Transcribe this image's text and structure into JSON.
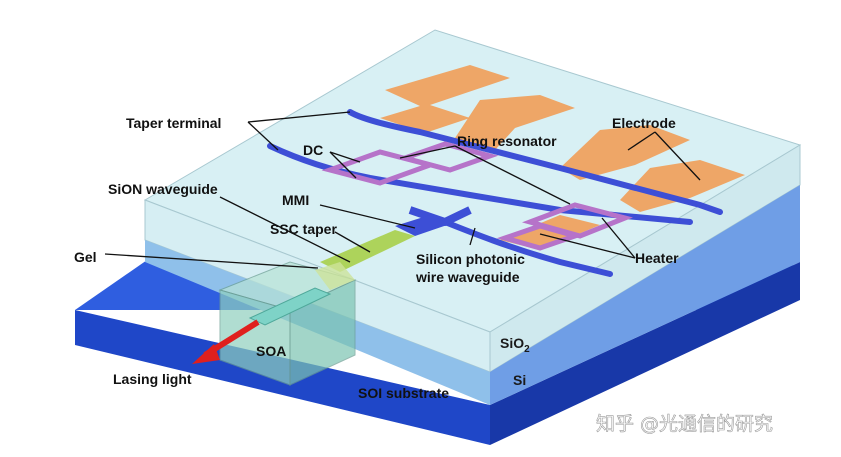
{
  "labels": {
    "taper_terminal": "Taper terminal",
    "dc": "DC",
    "ring_resonator": "Ring resonator",
    "electrode": "Electrode",
    "sion_waveguide": "SiON waveguide",
    "mmi": "MMI",
    "ssc_taper": "SSC taper",
    "gel": "Gel",
    "heater": "Heater",
    "silicon_photonic_1": "Silicon photonic",
    "silicon_photonic_2": "wire waveguide",
    "soa": "SOA",
    "lasing_light": "Lasing light",
    "sio2": "SiO",
    "sio2_sub": "2",
    "si": "Si",
    "soi_substrate": "SOI substrate"
  },
  "watermark": "知乎 @光通信的研究",
  "colors": {
    "substrate_blue": "#2f5ee0",
    "waveguide_blue": "#3d4fd6",
    "electrode_orange": "#f0a05a",
    "heater_purple": "#b673c9",
    "glass_face": "#d8f0f4",
    "arrow_red": "#e0201e"
  }
}
